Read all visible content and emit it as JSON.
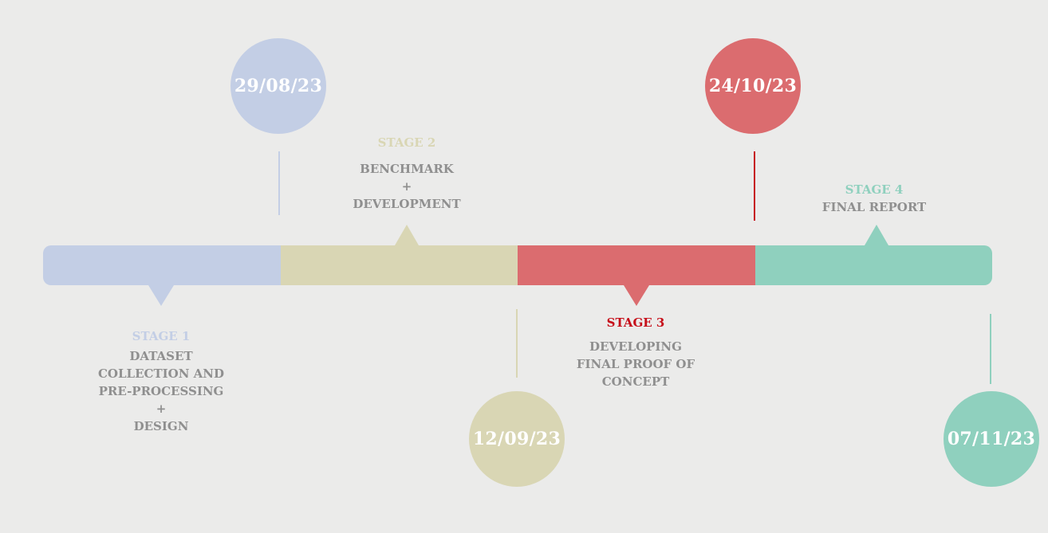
{
  "colors": {
    "background": "#ebebea",
    "stage1": "#c3cee5",
    "stage2": "#d9d6b4",
    "stage3": "#db6c6f",
    "stage4": "#8fd0be",
    "stage3_accent": "#c60f1a",
    "text_gray": "#8f8f8f"
  },
  "stages": [
    {
      "title": "STAGE 1",
      "lines": [
        "DATASET",
        "COLLECTION AND",
        "PRE-PROCESSING",
        "+",
        "DESIGN"
      ],
      "date": "29/08/23"
    },
    {
      "title": "STAGE 2",
      "lines": [
        "BENCHMARK",
        "+",
        "DEVELOPMENT"
      ],
      "date": "12/09/23"
    },
    {
      "title": "STAGE 3",
      "lines": [
        "DEVELOPING",
        "FINAL PROOF OF",
        "CONCEPT"
      ],
      "date": "24/10/23"
    },
    {
      "title": "STAGE 4",
      "lines": [
        "FINAL REPORT"
      ],
      "date": "07/11/23"
    }
  ]
}
